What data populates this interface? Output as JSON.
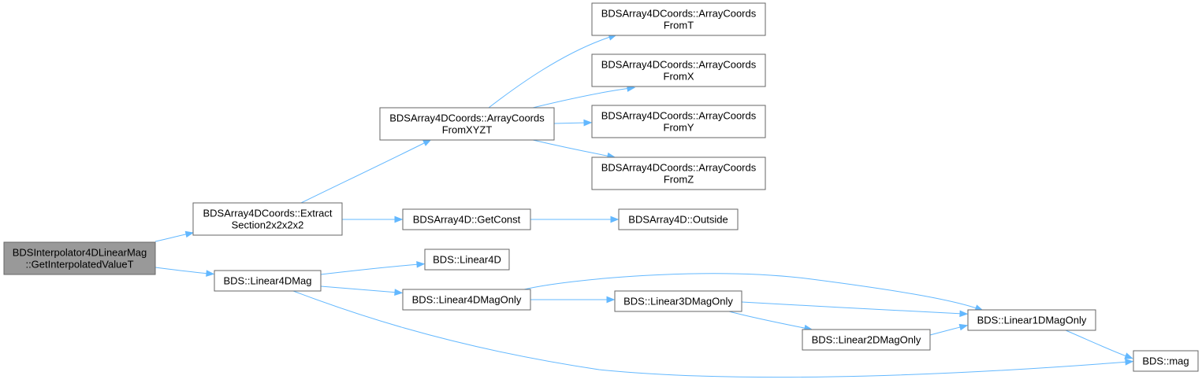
{
  "diagram": {
    "type": "call-graph",
    "colors": {
      "edge": "#63b8ff",
      "root_fill": "#999999",
      "node_border": "#666666",
      "node_fill": "#ffffff"
    },
    "nodes": [
      {
        "id": "n0",
        "root": true,
        "lines": [
          "BDSInterpolator4DLinearMag",
          "::GetInterpolatedValueT"
        ]
      },
      {
        "id": "n1",
        "lines": [
          "BDSArray4DCoords::Extract",
          "Section2x2x2x2"
        ]
      },
      {
        "id": "n2",
        "lines": [
          "BDS::Linear4DMag"
        ]
      },
      {
        "id": "n3",
        "lines": [
          "BDSArray4DCoords::ArrayCoords",
          "FromXYZT"
        ]
      },
      {
        "id": "n4",
        "lines": [
          "BDSArray4D::GetConst"
        ]
      },
      {
        "id": "n5",
        "lines": [
          "BDS::Linear4D"
        ]
      },
      {
        "id": "n6",
        "lines": [
          "BDS::Linear4DMagOnly"
        ]
      },
      {
        "id": "n7",
        "lines": [
          "BDS::mag"
        ]
      },
      {
        "id": "n8",
        "lines": [
          "BDSArray4DCoords::ArrayCoords",
          "FromT"
        ]
      },
      {
        "id": "n9",
        "lines": [
          "BDSArray4DCoords::ArrayCoords",
          "FromX"
        ]
      },
      {
        "id": "n10",
        "lines": [
          "BDSArray4DCoords::ArrayCoords",
          "FromY"
        ]
      },
      {
        "id": "n11",
        "lines": [
          "BDSArray4DCoords::ArrayCoords",
          "FromZ"
        ]
      },
      {
        "id": "n12",
        "lines": [
          "BDSArray4D::Outside"
        ]
      },
      {
        "id": "n13",
        "lines": [
          "BDS::Linear1DMagOnly"
        ]
      },
      {
        "id": "n14",
        "lines": [
          "BDS::Linear3DMagOnly"
        ]
      },
      {
        "id": "n15",
        "lines": [
          "BDS::Linear2DMagOnly"
        ]
      }
    ],
    "edges": [
      {
        "from": "n0",
        "to": "n1"
      },
      {
        "from": "n0",
        "to": "n2"
      },
      {
        "from": "n1",
        "to": "n3"
      },
      {
        "from": "n1",
        "to": "n4"
      },
      {
        "from": "n3",
        "to": "n8"
      },
      {
        "from": "n3",
        "to": "n9"
      },
      {
        "from": "n3",
        "to": "n10"
      },
      {
        "from": "n3",
        "to": "n11"
      },
      {
        "from": "n4",
        "to": "n12"
      },
      {
        "from": "n2",
        "to": "n5"
      },
      {
        "from": "n2",
        "to": "n6"
      },
      {
        "from": "n2",
        "to": "n7"
      },
      {
        "from": "n6",
        "to": "n13"
      },
      {
        "from": "n6",
        "to": "n14"
      },
      {
        "from": "n14",
        "to": "n13"
      },
      {
        "from": "n14",
        "to": "n15"
      },
      {
        "from": "n15",
        "to": "n13"
      },
      {
        "from": "n13",
        "to": "n7"
      }
    ]
  }
}
